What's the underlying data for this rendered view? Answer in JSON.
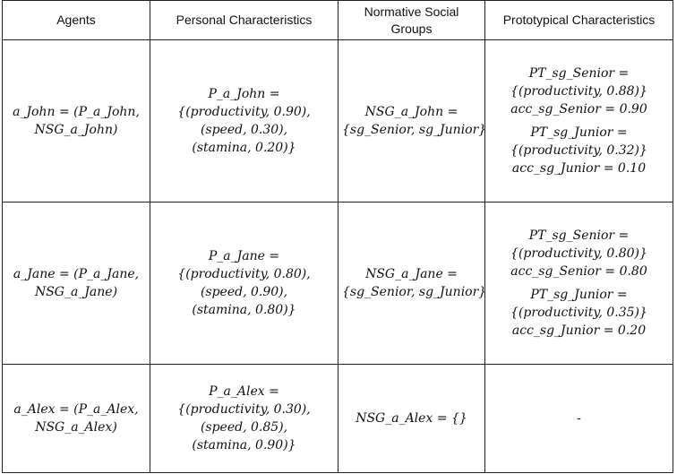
{
  "headers": [
    "Agents",
    "Personal Characteristics",
    "Normative Social Groups",
    "Prototypical Characteristics"
  ],
  "rows": [
    {
      "agent": [
        "a_John = (P_a_John,",
        "NSG_a_John)"
      ],
      "personal": [
        "P_a_John =",
        "{(productivity, 0.90),",
        "(speed, 0.30),",
        "(stamina, 0.20)}"
      ],
      "nsg": [
        "NSG_a_John =",
        "{sg_Senior, sg_Junior}"
      ],
      "pt": [
        [
          "PT_sg_Senior =",
          "{(productivity, 0.88)}",
          "acc_sg_Senior = 0.90"
        ],
        [
          "PT_sg_Junior =",
          "{(productivity, 0.32)}",
          "acc_sg_Junior = 0.10"
        ]
      ]
    },
    {
      "agent": [
        "a_Jane = (P_a_Jane,",
        "NSG_a_Jane)"
      ],
      "personal": [
        "P_a_Jane =",
        "{(productivity, 0.80),",
        "(speed, 0.90),",
        "(stamina, 0.80)}"
      ],
      "nsg": [
        "NSG_a_Jane =",
        "{sg_Senior, sg_Junior}"
      ],
      "pt": [
        [
          "PT_sg_Senior =",
          "{(productivity, 0.80)}",
          "acc_sg_Senior = 0.80"
        ],
        [
          "PT_sg_Junior =",
          "{(productivity, 0.35)}",
          "acc_sg_Junior = 0.20"
        ]
      ]
    },
    {
      "agent": [
        "a_Alex = (P_a_Alex,",
        "NSG_a_Alex)"
      ],
      "personal": [
        "P_a_Alex =",
        "{(productivity, 0.30),",
        "(speed, 0.85),",
        "(stamina, 0.90)}"
      ],
      "nsg": [
        "NSG_a_Alex = {}"
      ],
      "pt_dash": "-"
    }
  ]
}
